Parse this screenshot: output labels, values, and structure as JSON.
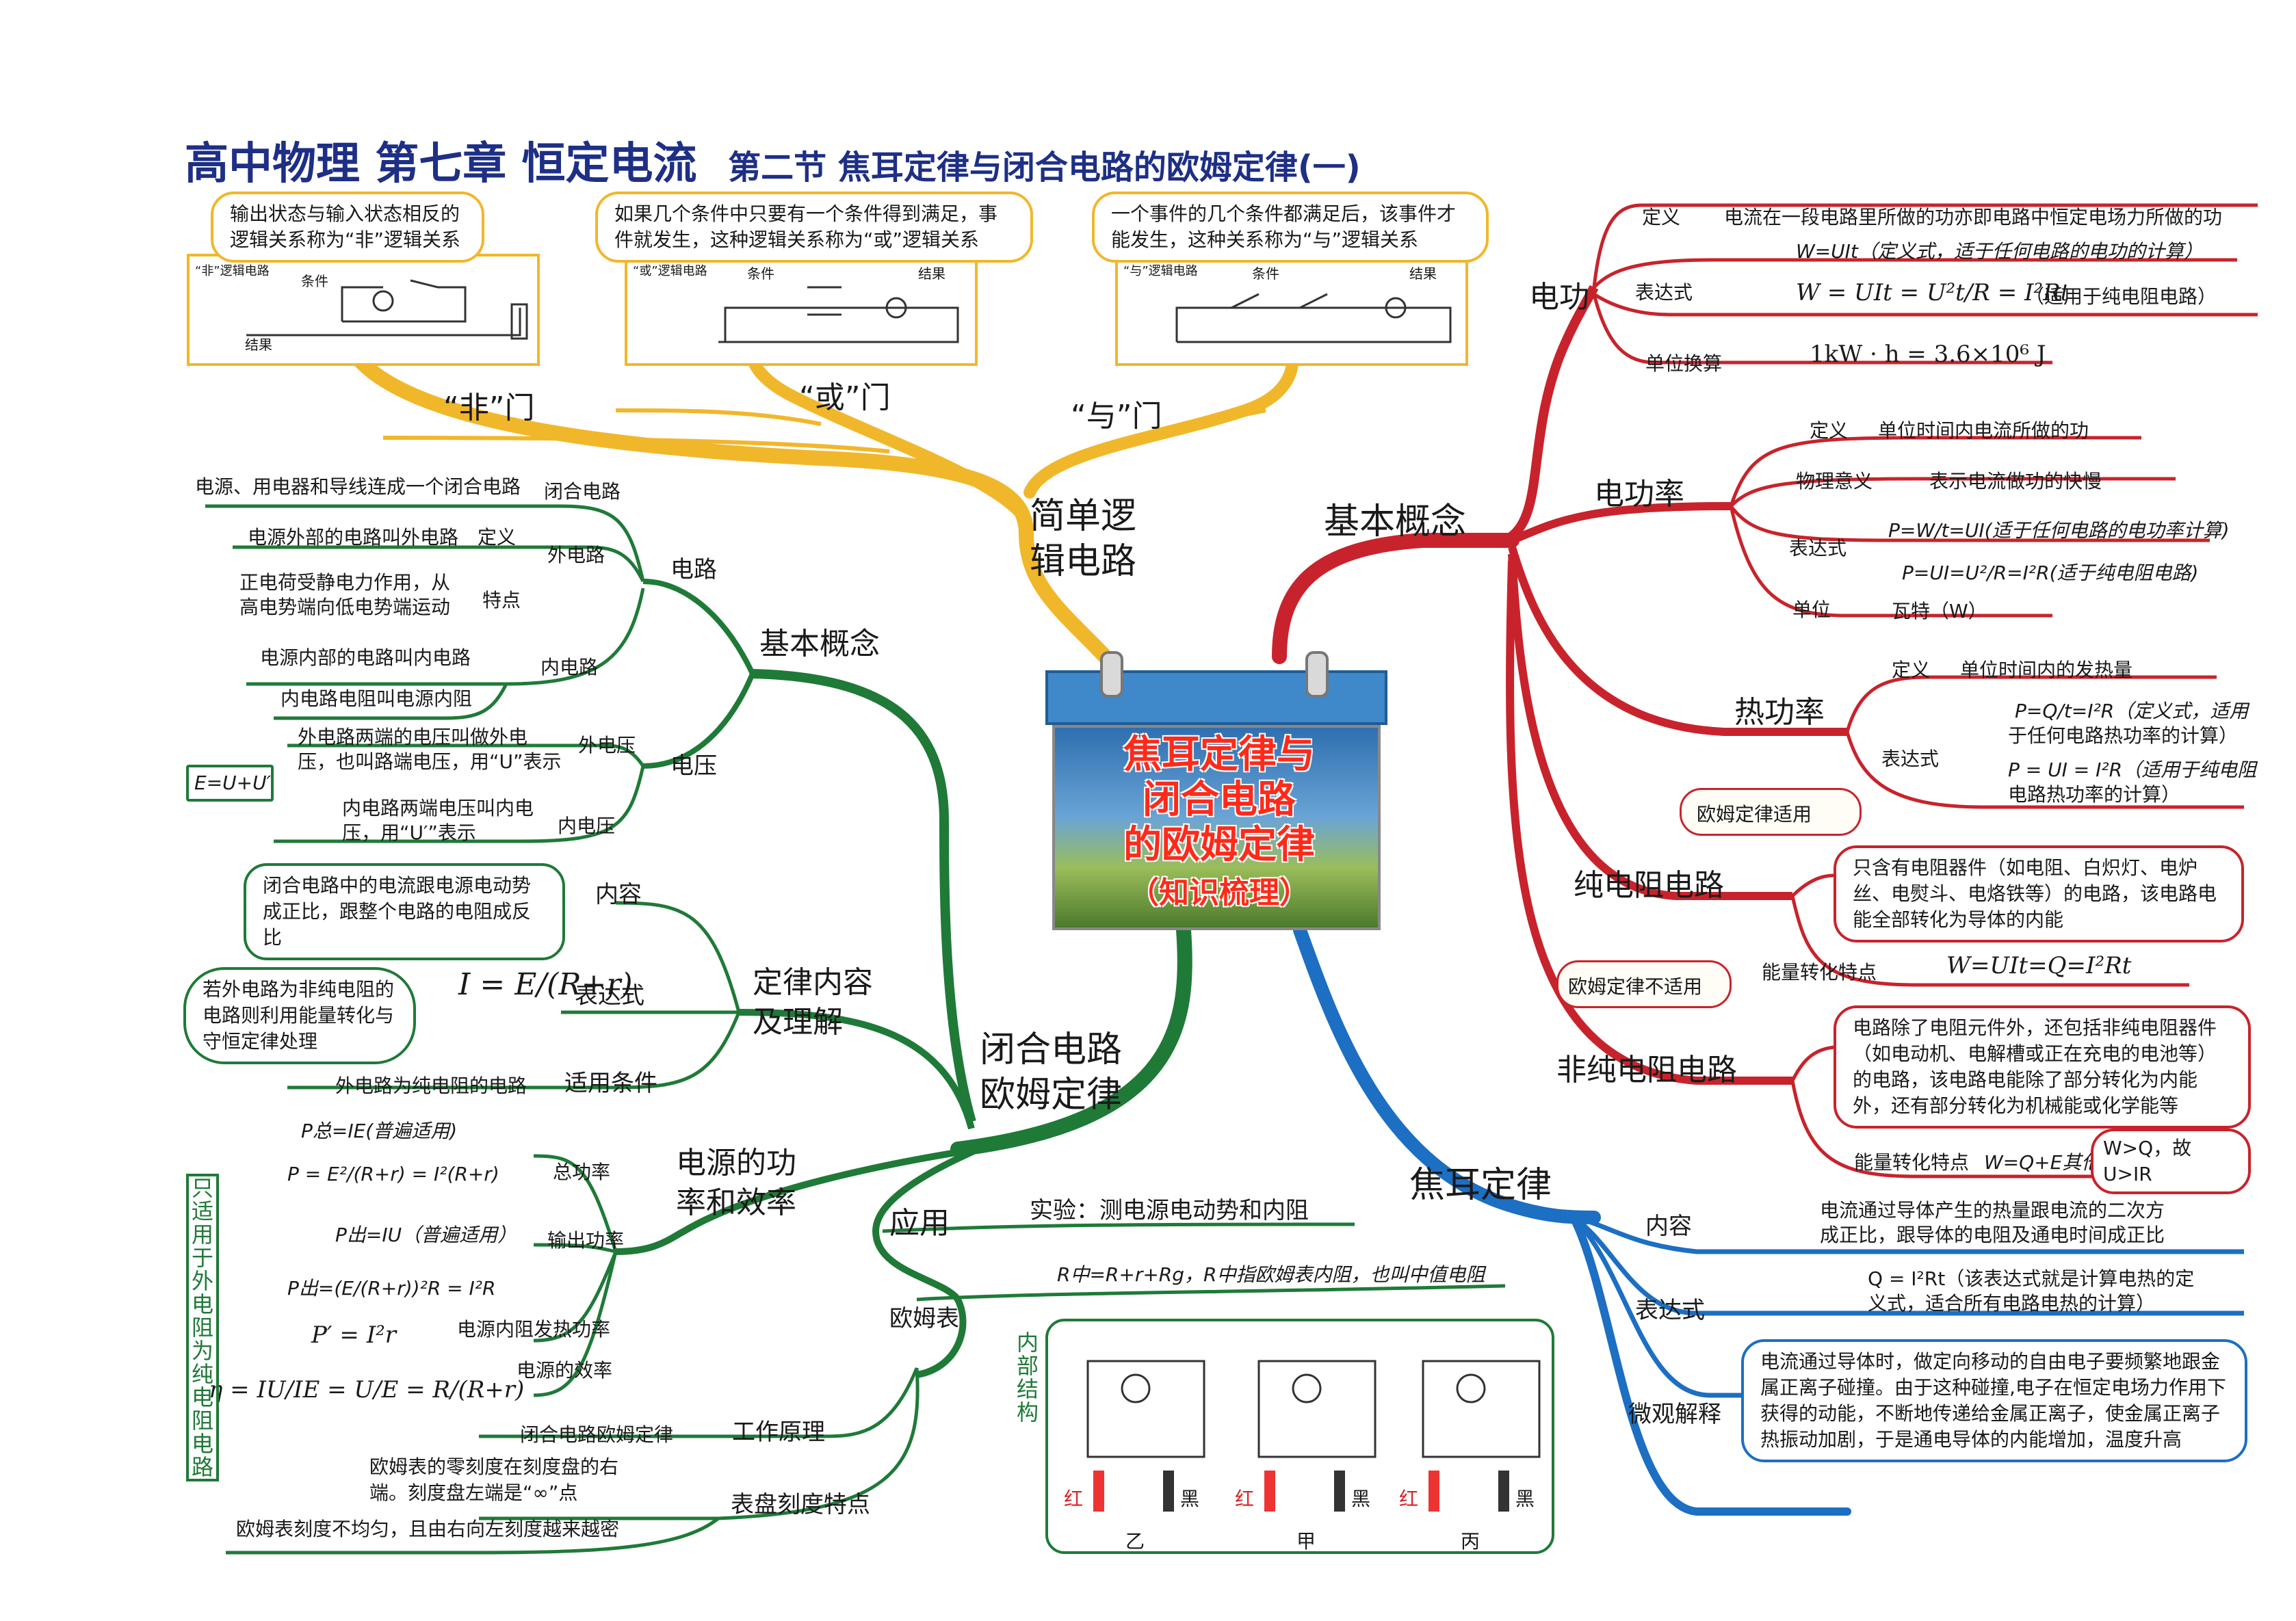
{
  "header": {
    "title": "高中物理   第七章   恒定电流",
    "subtitle": "第二节  焦耳定律与闭合电路的欧姆定律(一)"
  },
  "center": {
    "lines": [
      "焦耳定律与",
      "闭合电路",
      "的欧姆定律",
      "（知识梳理）"
    ]
  },
  "logic": {
    "branch": "简单逻\n辑电路",
    "not_gate": "“非”门",
    "or_gate": "“或”门",
    "and_gate": "“与”门",
    "not_desc": "输出状态与输入状态相反的逻辑关系称为“非”逻辑关系",
    "or_desc": "如果几个条件中只要有一个条件得到满足，事件就发生，这种逻辑关系称为“或”逻辑关系",
    "and_desc": "一个事件的几个条件都满足后，该事件才能发生，这种关系称为“与”逻辑关系",
    "not_circuit": "“非”逻辑电路",
    "or_circuit": "“或”逻辑电路",
    "and_circuit": "“与”逻辑电路",
    "cond": "条件",
    "result": "结果"
  },
  "basic_right": {
    "branch": "基本概念",
    "ed": {
      "title": "电功",
      "def_label": "定义",
      "def": "电流在一段电路里所做的功亦即电路中恒定电场力所做的功",
      "expr_label": "表达式",
      "expr1": "W=UIt（定义式，适于任何电路的电功的计算）",
      "expr2": "W = UIt = U²t/R = I²Rt",
      "expr2_note": "（适用于纯电阻电路）",
      "unit_label": "单位换算",
      "unit": "1kW · h = 3.6×10⁶ J"
    },
    "edl": {
      "title": "电功率",
      "def_label": "定义",
      "def": "单位时间内电流所做的功",
      "phys_label": "物理意义",
      "phys": "表示电流做功的快慢",
      "expr_label": "表达式",
      "expr1": "P=W/t=UI(适于任何电路的电功率计算)",
      "expr2": "P=UI=U²/R=I²R(适于纯电阻电路)",
      "unit_label": "单位",
      "unit": "瓦特（W）"
    },
    "rgl": {
      "title": "热功率",
      "def_label": "定义",
      "def": "单位时间内的发热量",
      "expr_label": "表达式",
      "expr1a": "P=Q/t=I²R（定义式，适用",
      "expr1b": "于任何电路热功率的计算）",
      "expr2a": "P = UI = I²R（适用于纯电阻",
      "expr2b": "电路热功率的计算）"
    },
    "pure": {
      "title": "纯电阻电路",
      "cloud": "欧姆定律适用",
      "desc": "只含有电阻器件（如电阻、白炽灯、电炉丝、电熨斗、电烙铁等）的电路，该电路电能全部转化为导体的内能",
      "energy_label": "能量转化特点",
      "energy": "W=UIt=Q=I²Rt"
    },
    "nonpure": {
      "title": "非纯电阻电路",
      "cloud": "欧姆定律不适用",
      "desc": "电路除了电阻元件外，还包括非纯电阻器件（如电动机、电解槽或正在充电的电池等）的电路，该电路电能除了部分转化为内能外，还有部分转化为机械能或化学能等",
      "energy_label": "能量转化特点",
      "energy": "W=Q+E其他",
      "note": "W>Q，故U>IR"
    }
  },
  "joule": {
    "branch": "焦耳定律",
    "content_label": "内容",
    "content": "电流通过导体产生的热量跟电流的二次方成正比，跟导体的电阻及通电时间成正比",
    "expr_label": "表达式",
    "expr": "Q = I²Rt（该表达式就是计算电热的定义式，适合所有电路电热的计算）",
    "micro_label": "微观解释",
    "micro": "电流通过导体时，做定向移动的自由电子要频繁地跟金属正离子碰撞。由于这种碰撞,电子在恒定电场力作用下获得的动能，不断地传递给金属正离子，使金属正离子热振动加剧，于是通电导体的内能增加，温度升高"
  },
  "basic_left": {
    "branch": "基本概念",
    "circuit": "电路",
    "closed": "闭合电路",
    "closed_def": "电源、用电器和导线连成一个闭合电路",
    "ext": "外电路",
    "ext_def_label": "定义",
    "ext_def": "电源外部的电路叫外电路",
    "ext_feat_label": "特点",
    "ext_feat": "正电荷受静电力作用，从高电势端向低电势端运动",
    "int": "内电路",
    "int_def": "电源内部的电路叫内电路",
    "int_r": "内电路电阻叫电源内阻",
    "voltage": "电压",
    "ext_v": "外电压",
    "ext_v_def": "外电路两端的电压叫做外电压，也叫路端电压，用“U”表示",
    "int_v": "内电压",
    "int_v_def": "内电路两端电压叫内电压，用“U′”表示",
    "eq": "E=U+U′"
  },
  "closed_law": {
    "branch": "闭合电路\n欧姆定律",
    "content_branch": "定律内容\n及理解",
    "content_label": "内容",
    "content": "闭合电路中的电流跟电源电动势成正比，跟整个电路的电阻成反比",
    "expr_label": "表达式",
    "expr": "I = E/(R+r)",
    "cloud": "若外电路为非纯电阻的电路则利用能量转化与守恒定律处理",
    "cond_label": "适用条件",
    "cond": "外电路为纯电阻的电路"
  },
  "power": {
    "branch": "电源的功\n率和效率",
    "total_label": "总功率",
    "total1": "P总=IE(普遍适用)",
    "total2": "P = E²/(R+r) = I²(R+r)",
    "out_label": "输出功率",
    "out1": "P出=IU（普遍适用）",
    "out2": "P出=(E/(R+r))²R = I²R",
    "heat_label": "电源内阻发热功率",
    "heat": "P′ = I²r",
    "eff_label": "电源的效率",
    "eff": "η = IU/IE = U/E = R/(R+r)",
    "side_note": "只适用于外电阻为纯电阻电路"
  },
  "apply": {
    "branch": "应用",
    "exp": "实验：测电源电动势和内阻",
    "ohm": "欧姆表",
    "rmid": "R中=R+r+Rg，R中指欧姆表内阻，也叫中值电阻",
    "inner": "内部结构",
    "work_label": "工作原理",
    "work": "闭合电路欧姆定律",
    "scale_label": "表盘刻度特点",
    "scale1": "欧姆表的零刻度在刻度盘的右端。刻度盘左端是“∞”点",
    "scale2": "欧姆表刻度不均匀，且由右向左刻度越来越密",
    "meters": [
      "乙",
      "甲",
      "丙"
    ],
    "red": "红",
    "black": "黑"
  },
  "colors": {
    "yellow": "#f1b72b",
    "red": "#c8232c",
    "green": "#1f7a38",
    "blue": "#1c6fc2",
    "title": "#1e2f86"
  }
}
